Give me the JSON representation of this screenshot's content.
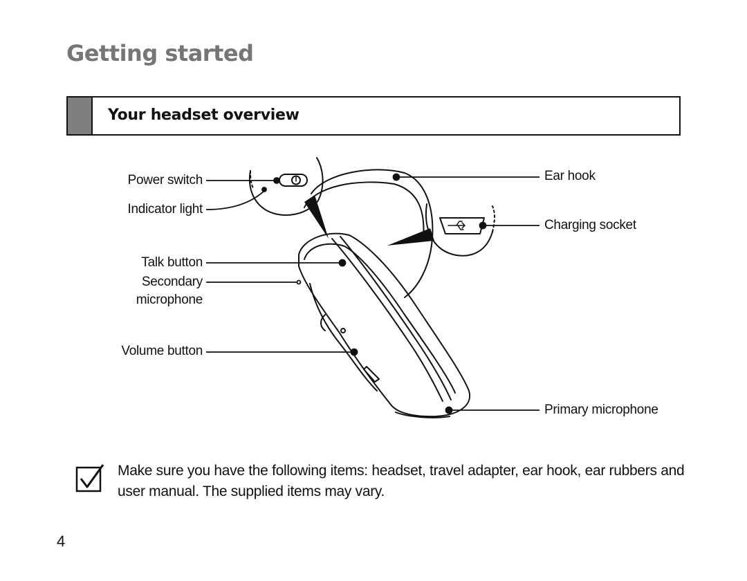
{
  "page": {
    "title": "Getting started",
    "page_number": "4"
  },
  "section": {
    "title": "Your headset overview"
  },
  "labels": {
    "power_switch": "Power switch",
    "indicator_light": "Indicator light",
    "talk_button": "Talk button",
    "secondary_microphone_line1": "Secondary",
    "secondary_microphone_line2": "microphone",
    "volume_button": "Volume button",
    "ear_hook": "Ear hook",
    "charging_socket": "Charging socket",
    "primary_microphone": "Primary microphone"
  },
  "note": {
    "icon": "checkmark-box-icon",
    "text": "Make sure you have the following items: headset, travel adapter, ear hook, ear rubbers and user manual. The supplied items may vary."
  },
  "colors": {
    "title": "#767676",
    "header_bar": "#7f7f7f",
    "line": "#111111"
  }
}
